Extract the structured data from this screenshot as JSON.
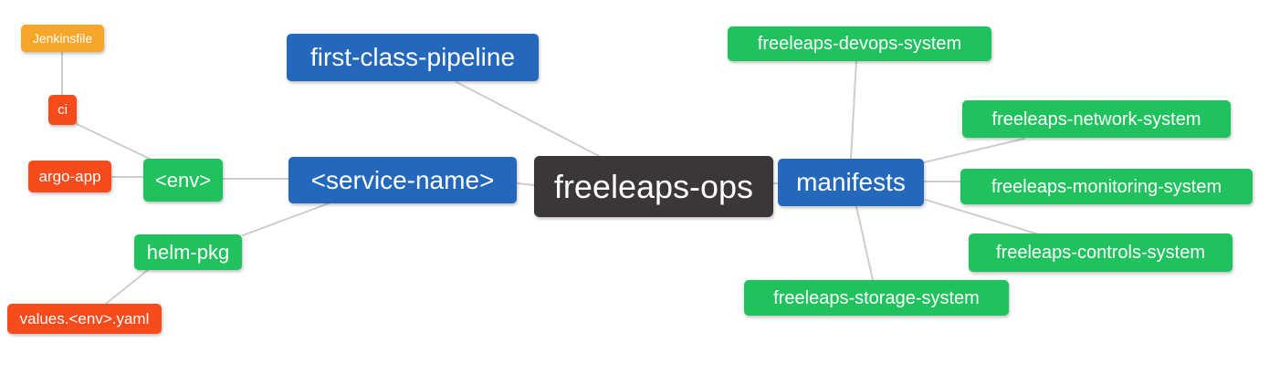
{
  "diagram": {
    "type": "mindmap",
    "palette": {
      "root_bg": "#3a3736",
      "branch_bg": "#2368bd",
      "sub_branch_bg": "#20c25e",
      "leaf_red_bg": "#f74b1c",
      "leaf_orange_bg": "#f8a62a",
      "edge_color": "#cdcdcd",
      "text_color": "#ffffff"
    },
    "nodes": {
      "root": {
        "label": "freeleaps-ops"
      },
      "pipeline": {
        "label": "first-class-pipeline"
      },
      "service": {
        "label": "<service-name>"
      },
      "manifests": {
        "label": "manifests"
      },
      "env": {
        "label": "<env>"
      },
      "helm": {
        "label": "helm-pkg"
      },
      "ci": {
        "label": "ci"
      },
      "jenkinsfile": {
        "label": "Jenkinsfile"
      },
      "argo": {
        "label": "argo-app"
      },
      "values": {
        "label": "values.<env>.yaml"
      },
      "devops": {
        "label": "freeleaps-devops-system"
      },
      "network": {
        "label": "freeleaps-network-system"
      },
      "monitoring": {
        "label": "freeleaps-monitoring-system"
      },
      "controls": {
        "label": "freeleaps-controls-system"
      },
      "storage": {
        "label": "freeleaps-storage-system"
      }
    },
    "edges": [
      {
        "from": "jenkinsfile",
        "to": "ci"
      },
      {
        "from": "ci",
        "to": "env"
      },
      {
        "from": "argo",
        "to": "env"
      },
      {
        "from": "env",
        "to": "service"
      },
      {
        "from": "helm",
        "to": "service"
      },
      {
        "from": "values",
        "to": "helm"
      },
      {
        "from": "service",
        "to": "root"
      },
      {
        "from": "pipeline",
        "to": "root"
      },
      {
        "from": "root",
        "to": "manifests"
      },
      {
        "from": "manifests",
        "to": "devops"
      },
      {
        "from": "manifests",
        "to": "network"
      },
      {
        "from": "manifests",
        "to": "monitoring"
      },
      {
        "from": "manifests",
        "to": "controls"
      },
      {
        "from": "manifests",
        "to": "storage"
      }
    ]
  }
}
